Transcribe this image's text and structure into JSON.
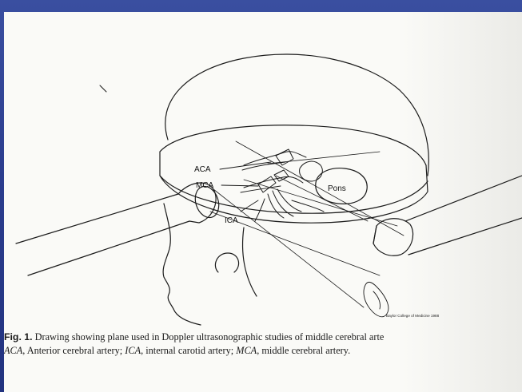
{
  "figure": {
    "labels": {
      "aca": "ACA",
      "mca": "MCA",
      "ica": "ICA",
      "pons": "Pons"
    },
    "credit": "Baylor College of Medicine 1988"
  },
  "caption": {
    "fig_label": "Fig. 1.",
    "line1_text": " Drawing showing plane used in Doppler ultrasonographic studies of middle cerebral arte",
    "line2": [
      {
        "text": "ACA",
        "style": "italic"
      },
      {
        "text": ", Anterior cerebral artery; ",
        "style": "normal"
      },
      {
        "text": "ICA",
        "style": "italic"
      },
      {
        "text": ", internal carotid artery; ",
        "style": "normal"
      },
      {
        "text": "MCA",
        "style": "italic"
      },
      {
        "text": ", middle cerebral artery.",
        "style": "normal"
      }
    ]
  }
}
